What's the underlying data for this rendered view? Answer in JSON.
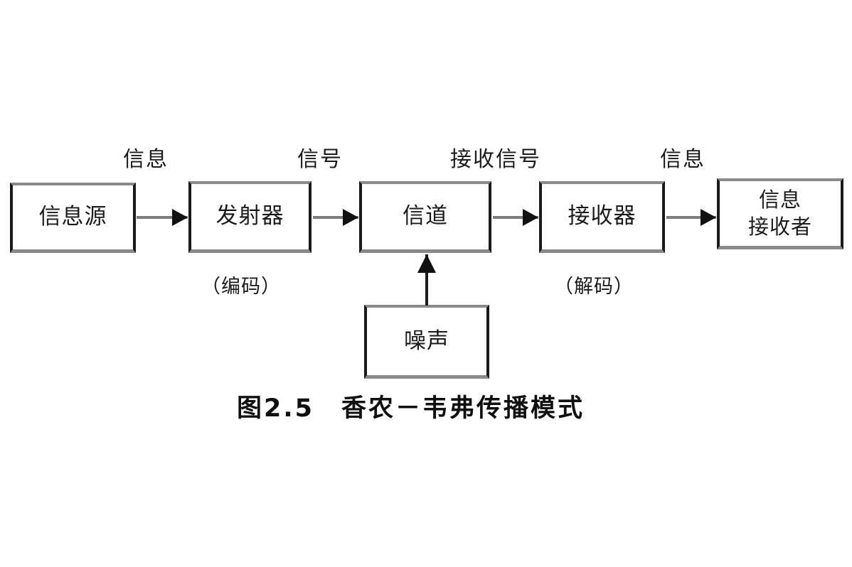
{
  "figure": {
    "caption": "图2.5　香农－韦弗传播模式",
    "background_color": "#ffffff",
    "ink_color": "#1b1b1b",
    "box_border_dark": "#1a1a1a",
    "box_border_light": "#8a8a8a",
    "arrow_shaft_color": "#7c7c7c",
    "arrow_head_color": "#111111"
  },
  "nodes": {
    "source": {
      "label": "信息源"
    },
    "transmitter": {
      "label": "发射器",
      "sublabel": "（编码）"
    },
    "channel": {
      "label": "信道"
    },
    "receiver": {
      "label": "接收器",
      "sublabel": "（解码）"
    },
    "destination": {
      "label": "信息\n接收者"
    },
    "noise": {
      "label": "噪声"
    }
  },
  "flow_labels": {
    "source_to_transmitter": "信息",
    "transmitter_to_channel": "信号",
    "channel_to_receiver": "接收信号",
    "receiver_to_destination": "信息"
  },
  "arrows": {
    "a1": "arrow-right-icon",
    "a2": "arrow-right-icon",
    "a3": "arrow-right-icon",
    "a4": "arrow-right-icon",
    "noise_up": "arrow-up-icon"
  }
}
